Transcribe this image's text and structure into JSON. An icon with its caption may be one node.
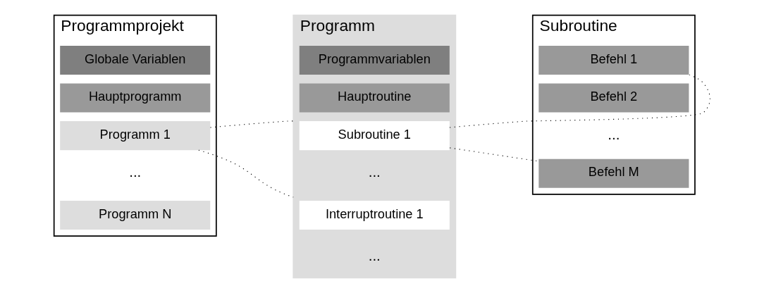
{
  "diagram": {
    "nodes": [
      {
        "text": [
          "Programmprojekt"
        ]
      },
      {
        "text": [
          "Globale Variablen"
        ],
        "in": 0
      },
      {
        "text": [
          "Hauptprogramm"
        ],
        "in": 0
      },
      {
        "text": [
          "Programm 1"
        ],
        "in": 0
      },
      {
        "text": [
          "Programm N"
        ],
        "in": 0
      },
      {
        "text": [
          "Programm"
        ]
      },
      {
        "text": [
          "Programmvariablen"
        ],
        "in": 5
      },
      {
        "text": [
          "Hauptroutine"
        ],
        "in": 5
      },
      {
        "text": [
          "Subroutine 1"
        ],
        "in": 5
      },
      {
        "text": [
          "Interruptroutine 1"
        ],
        "in": 5
      },
      {
        "text": [
          "Subroutine"
        ]
      },
      {
        "text": [
          "Befehl 1"
        ],
        "in": 10
      },
      {
        "text": [
          "Befehl 2"
        ],
        "in": 10
      },
      {
        "text": [
          "Befehl M"
        ],
        "in": 10
      }
    ],
    "edges": [
      {
        "from": 3,
        "to": 5,
        "arrow": "none",
        "style": "dashed"
      },
      {
        "from": 3,
        "to": 5,
        "arrow": "none",
        "style": "dashed"
      },
      {
        "from": 8,
        "to": 11,
        "arrow": "none",
        "style": "dashed"
      },
      {
        "from": 8,
        "to": 13,
        "arrow": "none",
        "style": "dashed"
      }
    ],
    "labels": [
      "...",
      "...",
      "...",
      "..."
    ]
  }
}
